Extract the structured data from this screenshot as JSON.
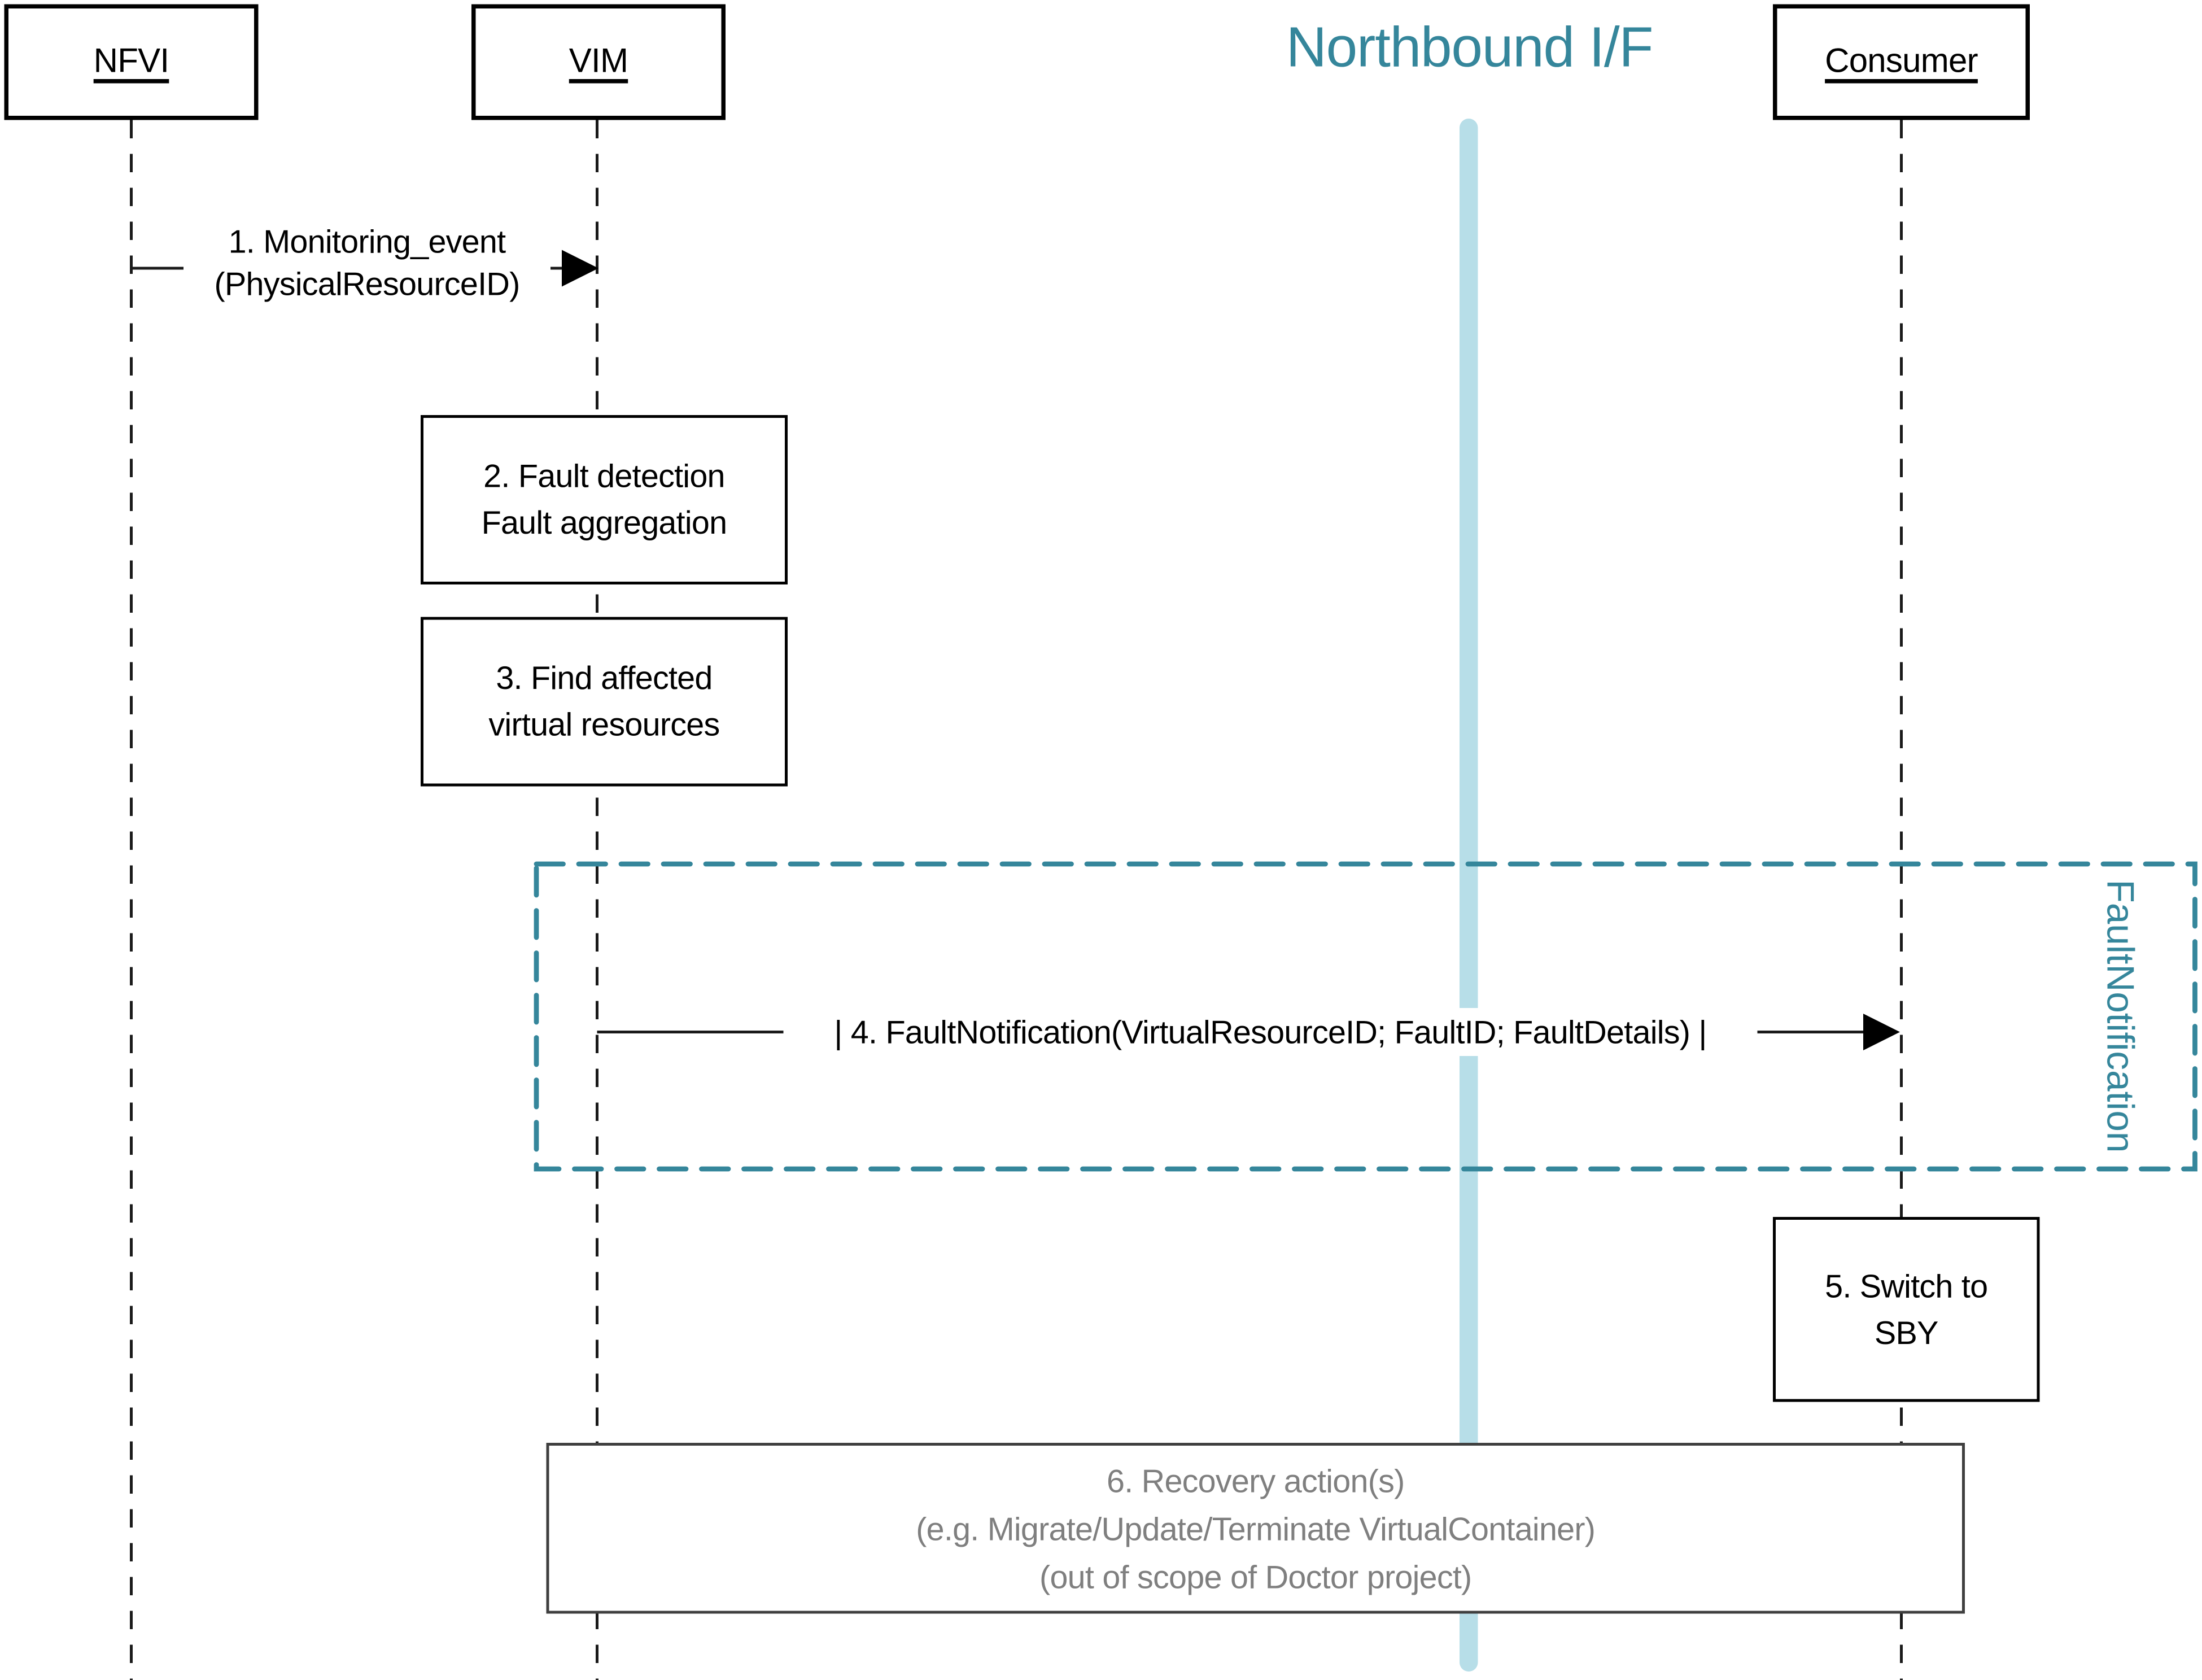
{
  "diagram": {
    "title": "Northbound I/F",
    "colors": {
      "teal_accent": "#35869B",
      "light_blue_band": "#B7DEE8",
      "gray_text": "#7F7F7F",
      "black": "#000000"
    },
    "lifelines": [
      {
        "label": "NFVI"
      },
      {
        "label": "VIM"
      },
      {
        "label": "Consumer"
      }
    ],
    "messages": {
      "msg1": {
        "line1": "1. Monitoring_event",
        "line2": "(PhysicalResourceID)"
      },
      "msg4": {
        "label": "| 4. FaultNotification(VirtualResourceID; FaultID; FaultDetails) |"
      }
    },
    "boxes": {
      "box2": {
        "line1": "2. Fault detection",
        "line2": "Fault aggregation"
      },
      "box3": {
        "line1": "3. Find affected",
        "line2": "virtual resources"
      },
      "box5": {
        "line1": "5. Switch to",
        "line2": "SBY"
      },
      "box6": {
        "line1": "6. Recovery action(s)",
        "line2": "(e.g. Migrate/Update/Terminate VirtualContainer)",
        "line3": "(out of scope of Doctor project)"
      }
    },
    "frame": {
      "label_line1": "Fault",
      "label_line2": "Notification"
    }
  }
}
